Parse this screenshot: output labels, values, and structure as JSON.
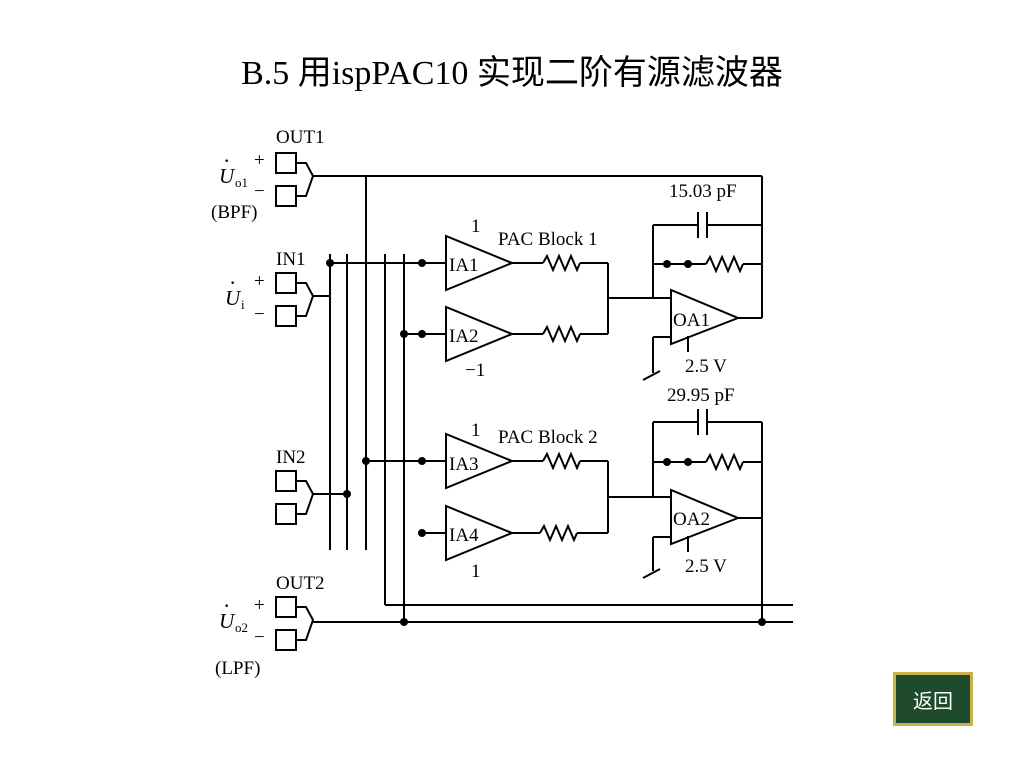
{
  "title": "B.5  用ispPAC10 实现二阶有源滤波器",
  "back_label": "返回",
  "colors": {
    "line": "#000000",
    "button_bg": "#1f4a2c",
    "button_border": "#c9b24a",
    "button_text": "#ffffff"
  },
  "diagram": {
    "ports": {
      "out1": "OUT1",
      "in1": "IN1",
      "in2": "IN2",
      "out2": "OUT2",
      "plus": "+",
      "minus": "−",
      "u": "U",
      "dot": "·",
      "uo1_sub": "o1",
      "ui_sub": "i",
      "uo2_sub": "o2",
      "bpf": "(BPF)",
      "lpf": "(LPF)"
    },
    "block1": {
      "name": "PAC Block 1",
      "ia_top": "IA1",
      "ia_bottom": "IA2",
      "oa": "OA1",
      "gain_top": "1",
      "gain_bottom": "−1",
      "capacitor": "15.03 pF",
      "vref": "2.5 V"
    },
    "block2": {
      "name": "PAC Block 2",
      "ia_top": "IA3",
      "ia_bottom": "IA4",
      "oa": "OA2",
      "gain_top": "1",
      "gain_bottom": "1",
      "capacitor": "29.95 pF",
      "vref": "2.5 V"
    }
  }
}
